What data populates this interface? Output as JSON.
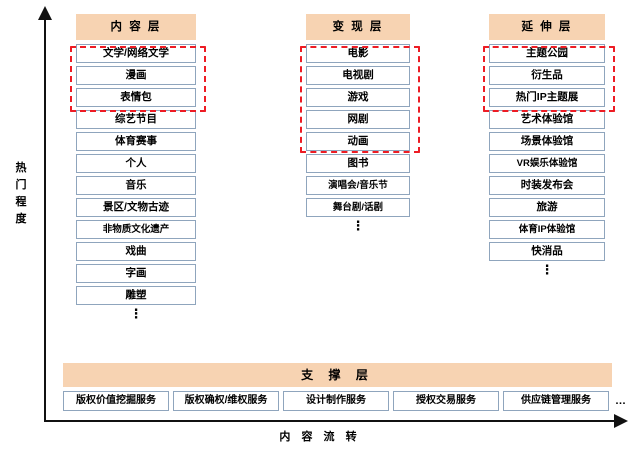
{
  "axes": {
    "y_label_chars": [
      "热",
      "门",
      "程",
      "度"
    ],
    "y_label_text": "热门程度",
    "x_label": "内 容 流 转"
  },
  "columns": [
    {
      "id": "content-layer",
      "header": "内 容 层",
      "highlight_count": 3,
      "items": [
        "文学/网络文学",
        "漫画",
        "表情包",
        "综艺节目",
        "体育赛事",
        "个人",
        "音乐",
        "景区/文物古迹",
        "非物质文化遗产",
        "戏曲",
        "字画",
        "雕塑"
      ],
      "ellipsis": "⋮"
    },
    {
      "id": "monetization-layer",
      "header": "变 现 层",
      "highlight_count": 5,
      "items": [
        "电影",
        "电视剧",
        "游戏",
        "网剧",
        "动画",
        "图书",
        "演唱会/音乐节",
        "舞台剧/话剧"
      ],
      "ellipsis": "⋮"
    },
    {
      "id": "extension-layer",
      "header": "延 伸 层",
      "highlight_count": 2,
      "items": [
        "主题公园",
        "衍生品",
        "热门IP主题展",
        "艺术体验馆",
        "场景体验馆",
        "VR娱乐体验馆",
        "时装发布会",
        "旅游",
        "体育IP体验馆",
        "快消品"
      ],
      "ellipsis": "⋮"
    }
  ],
  "support": {
    "header": "支 撑 层",
    "items": [
      "版权价值挖掘服务",
      "版权确权/维权服务",
      "设计制作服务",
      "授权交易服务",
      "供应链管理服务"
    ],
    "ellipsis": "…"
  },
  "colors": {
    "header_fill": "#F7D3B2",
    "node_border": "#8FA5BD",
    "highlight_dash": "#ED1C24",
    "axis": "#111111"
  }
}
